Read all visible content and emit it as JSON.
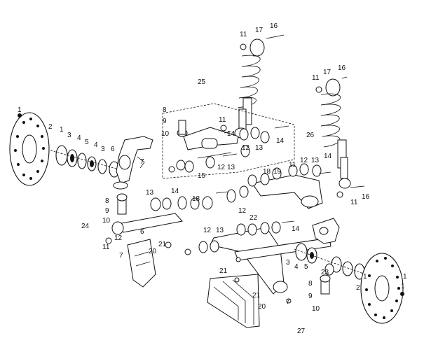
{
  "diagram": {
    "type": "exploded-parts-view",
    "callouts": [
      {
        "id": "c-16a",
        "text": "16"
      },
      {
        "id": "c-17a",
        "text": "17"
      },
      {
        "id": "c-11a",
        "text": "11"
      },
      {
        "id": "c-16b",
        "text": "16"
      },
      {
        "id": "c-17b",
        "text": "17"
      },
      {
        "id": "c-11b",
        "text": "11"
      },
      {
        "id": "c-25",
        "text": "25"
      },
      {
        "id": "c-1a",
        "text": "1"
      },
      {
        "id": "c-2a",
        "text": "2"
      },
      {
        "id": "c-1b",
        "text": "1"
      },
      {
        "id": "c-3a",
        "text": "3"
      },
      {
        "id": "c-4a",
        "text": "4"
      },
      {
        "id": "c-5a",
        "text": "5"
      },
      {
        "id": "c-4b",
        "text": "4"
      },
      {
        "id": "c-3b",
        "text": "3"
      },
      {
        "id": "c-6a",
        "text": "6"
      },
      {
        "id": "c-7a",
        "text": "7"
      },
      {
        "id": "c-8a",
        "text": "8"
      },
      {
        "id": "c-9a",
        "text": "9"
      },
      {
        "id": "c-10a",
        "text": "10"
      },
      {
        "id": "c-11c",
        "text": "11"
      },
      {
        "id": "c-12a",
        "text": "12"
      },
      {
        "id": "c-13a",
        "text": "13"
      },
      {
        "id": "c-14a",
        "text": "14"
      },
      {
        "id": "c-15a",
        "text": "15"
      },
      {
        "id": "c-12b",
        "text": "12"
      },
      {
        "id": "c-13b",
        "text": "13"
      },
      {
        "id": "c-14b",
        "text": "14"
      },
      {
        "id": "c-26",
        "text": "26"
      },
      {
        "id": "c-11d",
        "text": "11"
      },
      {
        "id": "c-12c",
        "text": "12"
      },
      {
        "id": "c-13c",
        "text": "13"
      },
      {
        "id": "c-14c",
        "text": "14"
      },
      {
        "id": "c-19",
        "text": "19"
      },
      {
        "id": "c-18a",
        "text": "18"
      },
      {
        "id": "c-8b",
        "text": "8"
      },
      {
        "id": "c-9b",
        "text": "9"
      },
      {
        "id": "c-10b",
        "text": "10"
      },
      {
        "id": "c-24",
        "text": "24"
      },
      {
        "id": "c-11e",
        "text": "11"
      },
      {
        "id": "c-12d",
        "text": "12"
      },
      {
        "id": "c-7b",
        "text": "7"
      },
      {
        "id": "c-6b",
        "text": "6"
      },
      {
        "id": "c-21a",
        "text": "21"
      },
      {
        "id": "c-20a",
        "text": "20"
      },
      {
        "id": "c-13d",
        "text": "13"
      },
      {
        "id": "c-14d",
        "text": "14"
      },
      {
        "id": "c-18b",
        "text": "18"
      },
      {
        "id": "c-12e",
        "text": "12"
      },
      {
        "id": "c-22",
        "text": "22"
      },
      {
        "id": "c-23",
        "text": "23"
      },
      {
        "id": "c-3c",
        "text": "3"
      },
      {
        "id": "c-4c",
        "text": "4"
      },
      {
        "id": "c-5b",
        "text": "5"
      },
      {
        "id": "c-21b",
        "text": "21"
      },
      {
        "id": "c-21c",
        "text": "21"
      },
      {
        "id": "c-20b",
        "text": "20"
      },
      {
        "id": "c-27",
        "text": "27"
      },
      {
        "id": "c-8c",
        "text": "8"
      },
      {
        "id": "c-9c",
        "text": "9"
      },
      {
        "id": "c-10c",
        "text": "10"
      },
      {
        "id": "c-1c",
        "text": "1"
      },
      {
        "id": "c-2b",
        "text": "2"
      },
      {
        "id": "c-1d",
        "text": "1"
      },
      {
        "id": "c-7c",
        "text": "7"
      },
      {
        "id": "c-11f",
        "text": "11"
      },
      {
        "id": "c-16c",
        "text": "16"
      },
      {
        "id": "c-14e",
        "text": "14"
      },
      {
        "id": "c-12f",
        "text": "12"
      },
      {
        "id": "c-13e",
        "text": "13"
      },
      {
        "id": "c-1e",
        "text": "1"
      }
    ]
  }
}
